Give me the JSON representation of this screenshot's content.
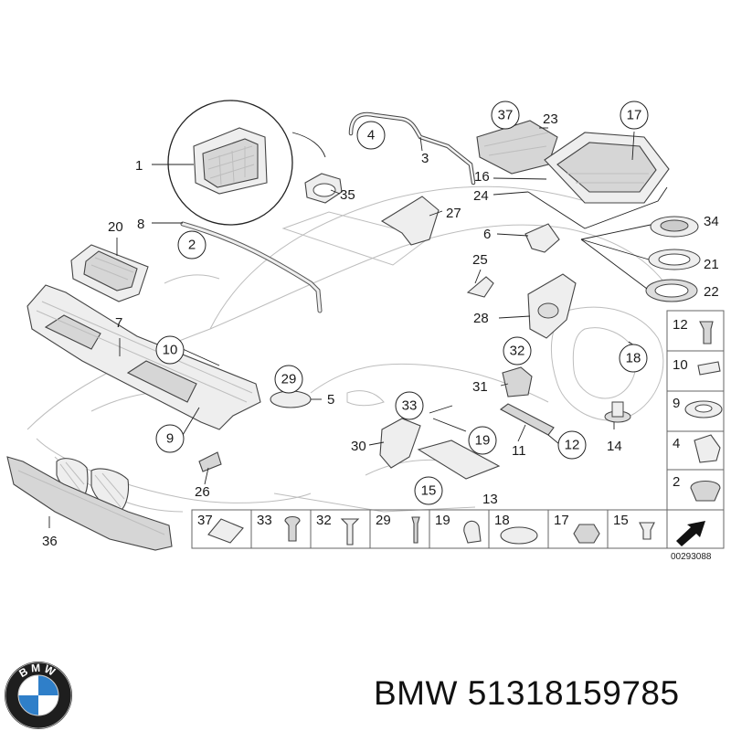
{
  "callouts": [
    {
      "n": "1"
    },
    {
      "n": "2"
    },
    {
      "n": "3"
    },
    {
      "n": "4"
    },
    {
      "n": "5"
    },
    {
      "n": "6"
    },
    {
      "n": "7"
    },
    {
      "n": "8"
    },
    {
      "n": "9"
    },
    {
      "n": "10"
    },
    {
      "n": "11"
    },
    {
      "n": "12"
    },
    {
      "n": "13"
    },
    {
      "n": "14"
    },
    {
      "n": "15"
    },
    {
      "n": "16"
    },
    {
      "n": "17"
    },
    {
      "n": "18"
    },
    {
      "n": "19"
    },
    {
      "n": "20"
    },
    {
      "n": "21"
    },
    {
      "n": "22"
    },
    {
      "n": "23"
    },
    {
      "n": "24"
    },
    {
      "n": "25"
    },
    {
      "n": "26"
    },
    {
      "n": "27"
    },
    {
      "n": "28"
    },
    {
      "n": "29"
    },
    {
      "n": "30"
    },
    {
      "n": "31"
    },
    {
      "n": "32"
    },
    {
      "n": "33"
    },
    {
      "n": "34"
    },
    {
      "n": "35"
    },
    {
      "n": "36"
    },
    {
      "n": "37"
    },
    {
      "n": "12"
    },
    {
      "n": "10"
    },
    {
      "n": "9"
    },
    {
      "n": "4"
    },
    {
      "n": "2"
    }
  ],
  "bottom_legend": [
    "37",
    "33",
    "32",
    "29",
    "19",
    "18",
    "17",
    "15"
  ],
  "side_legend": [
    "12",
    "10",
    "9",
    "4",
    "2"
  ],
  "diagram_code": "00293088",
  "brand": "BMW",
  "part_number": "51318159785",
  "logo_letters": "BMW",
  "colors": {
    "logo_blue": "#2f7fc9",
    "logo_ring": "#1e1e1e",
    "ink": "#1a1a1a"
  }
}
